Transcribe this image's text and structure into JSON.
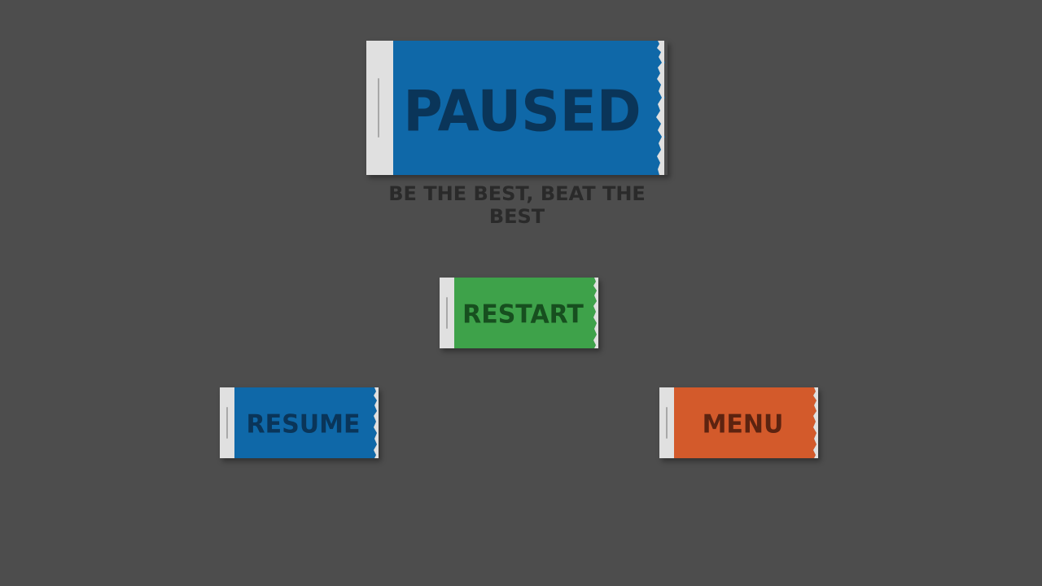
{
  "title": {
    "text": "PAUSED",
    "color": "#0f68a8"
  },
  "subtitle": {
    "text": "BE THE BEST, BEAT THE BEST"
  },
  "buttons": {
    "restart": {
      "label": "RESTART",
      "color": "#3ea24a"
    },
    "resume": {
      "label": "RESUME",
      "color": "#0f68a8"
    },
    "menu": {
      "label": "MENU",
      "color": "#d35a2b"
    }
  },
  "background_color": "#4d4d4d"
}
